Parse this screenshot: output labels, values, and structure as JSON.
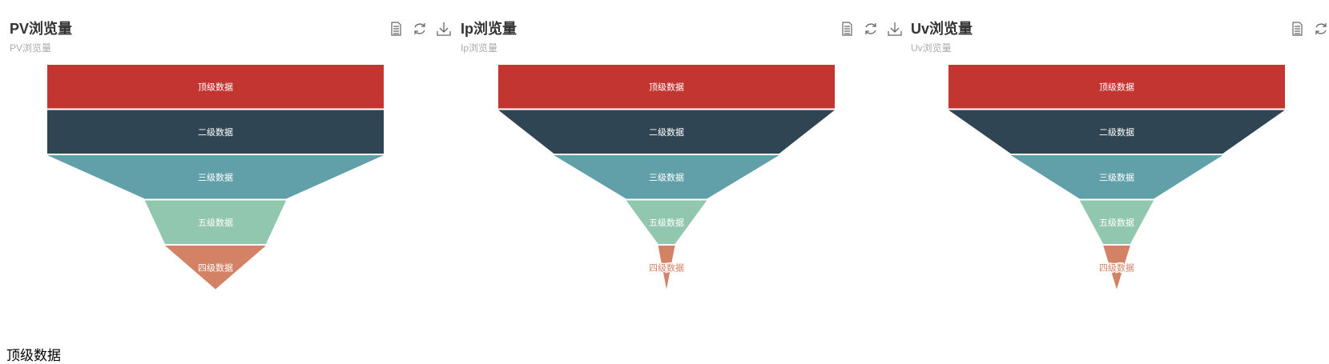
{
  "colors": [
    "#c23531",
    "#2f4554",
    "#61a0a8",
    "#91c7ae",
    "#d48265"
  ],
  "chart_data": [
    {
      "type": "funnel",
      "title": "PV浏览量",
      "subtitle": "PV浏览量",
      "categories": [
        "顶级数据",
        "二级数据",
        "三级数据",
        "五级数据",
        "四级数据"
      ],
      "values": [
        100,
        100,
        100,
        42,
        30
      ]
    },
    {
      "type": "funnel",
      "title": "Ip浏览量",
      "subtitle": "Ip浏览量",
      "categories": [
        "顶级数据",
        "二级数据",
        "三级数据",
        "五级数据",
        "四级数据"
      ],
      "values": [
        100,
        100,
        67,
        24,
        5
      ]
    },
    {
      "type": "funnel",
      "title": "Uv浏览量",
      "subtitle": "Uv浏览量",
      "categories": [
        "顶级数据",
        "二级数据",
        "三级数据",
        "五级数据",
        "四级数据"
      ],
      "values": [
        100,
        100,
        63,
        22,
        8
      ]
    }
  ],
  "toolbox": [
    "data-view-icon",
    "restore-icon",
    "save-image-icon"
  ],
  "bottom_text": "顶级数据"
}
